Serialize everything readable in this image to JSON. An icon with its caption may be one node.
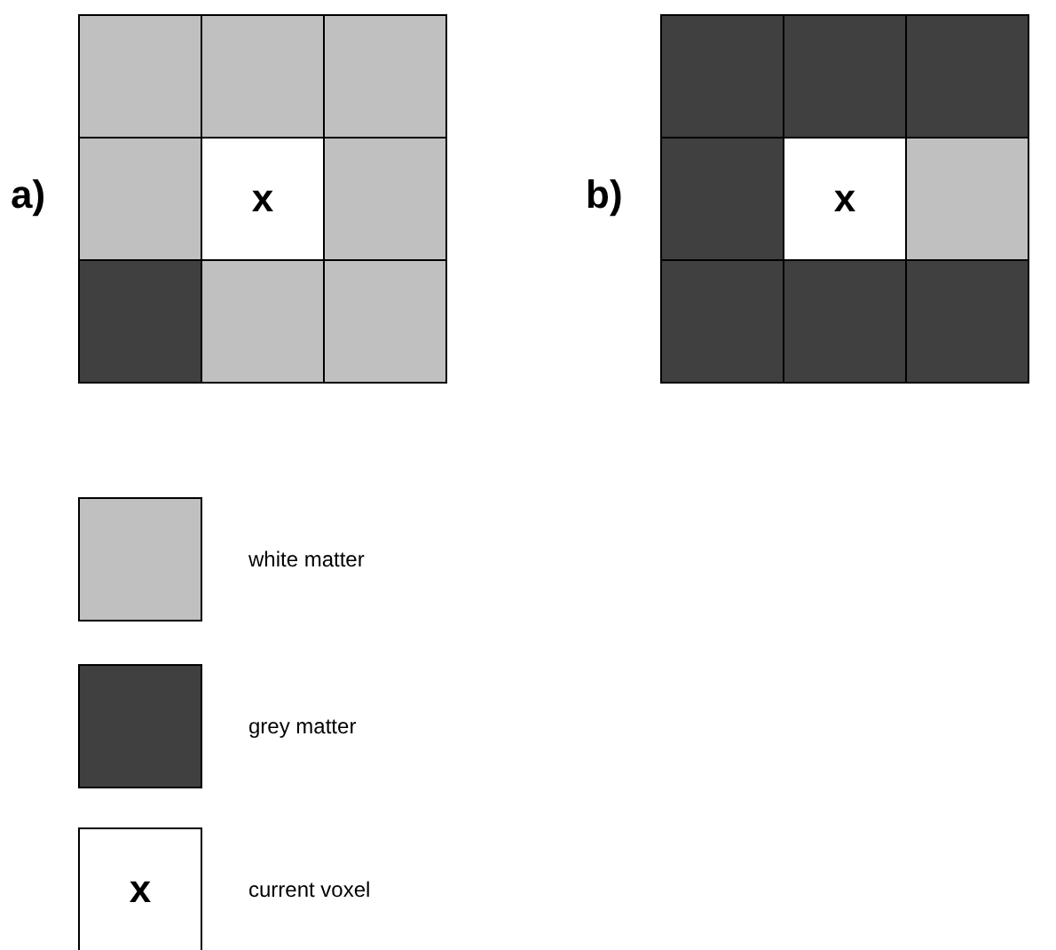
{
  "diagram": {
    "labels": [
      "a)",
      "x",
      "b)",
      "x",
      "x"
    ],
    "legend": [
      {
        "text": "white matter",
        "color": "#c0c0c0"
      },
      {
        "text": "grey matter",
        "color": "#404040"
      },
      {
        "text": "current voxel",
        "color": "#ffffff"
      }
    ]
  }
}
